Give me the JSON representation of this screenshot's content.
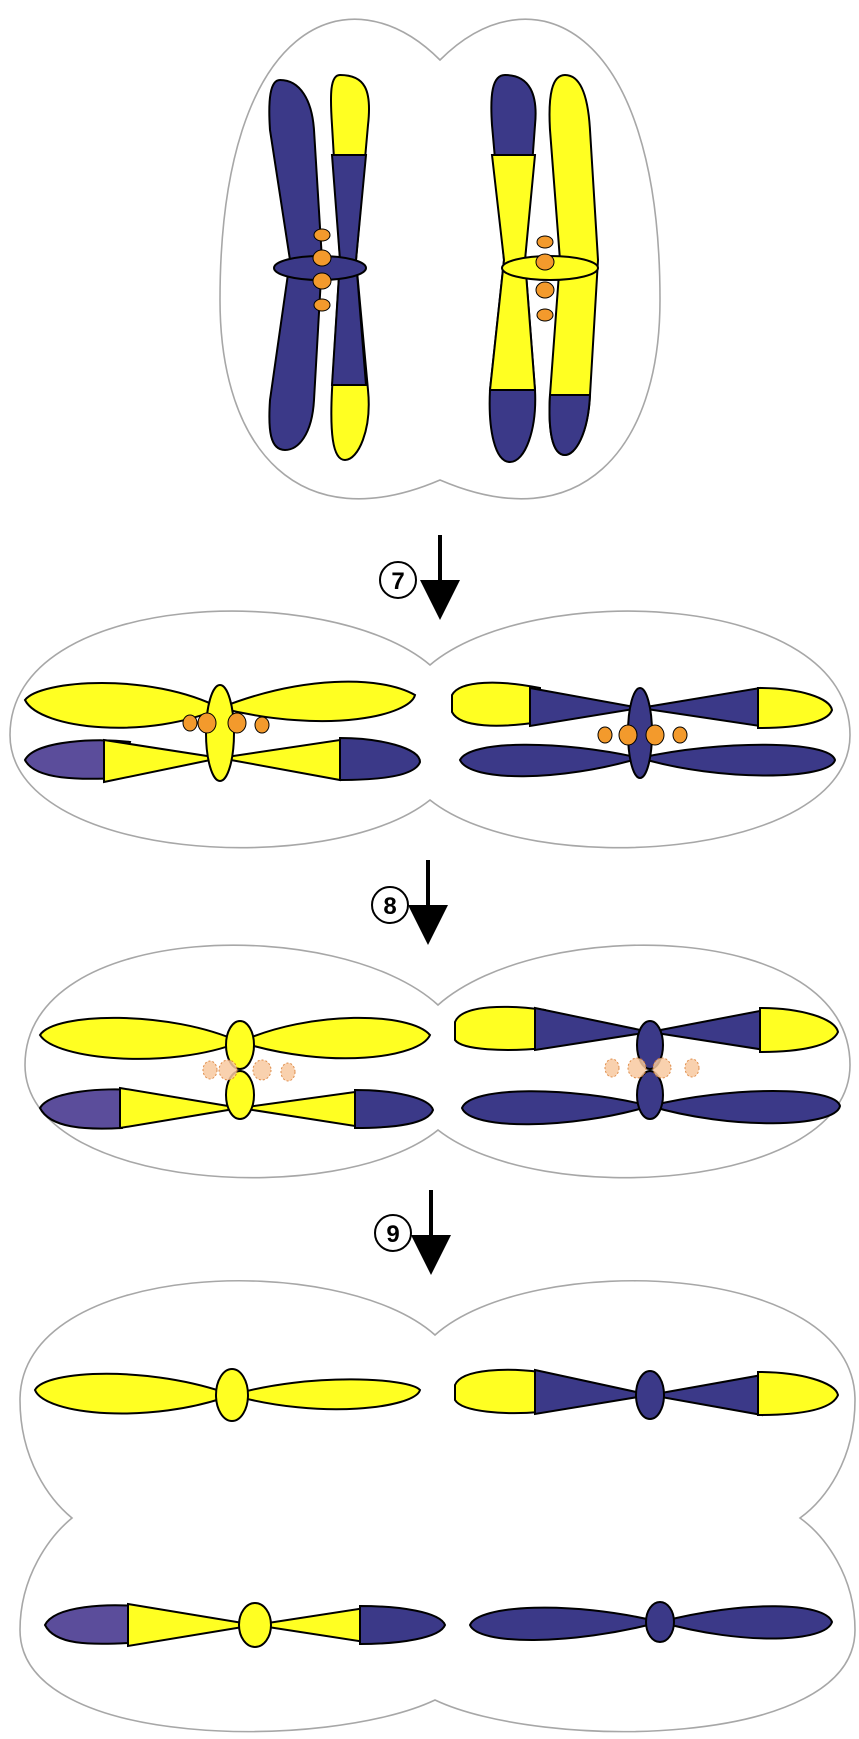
{
  "colors": {
    "yellow": "#ffff22",
    "navy": "#3b3988",
    "purple": "#5b4d9b",
    "orange": "#f39a2c",
    "outline": "#000000",
    "cell": "#a7a7a7"
  },
  "steps": [
    {
      "label": "7"
    },
    {
      "label": "8"
    },
    {
      "label": "9"
    }
  ]
}
